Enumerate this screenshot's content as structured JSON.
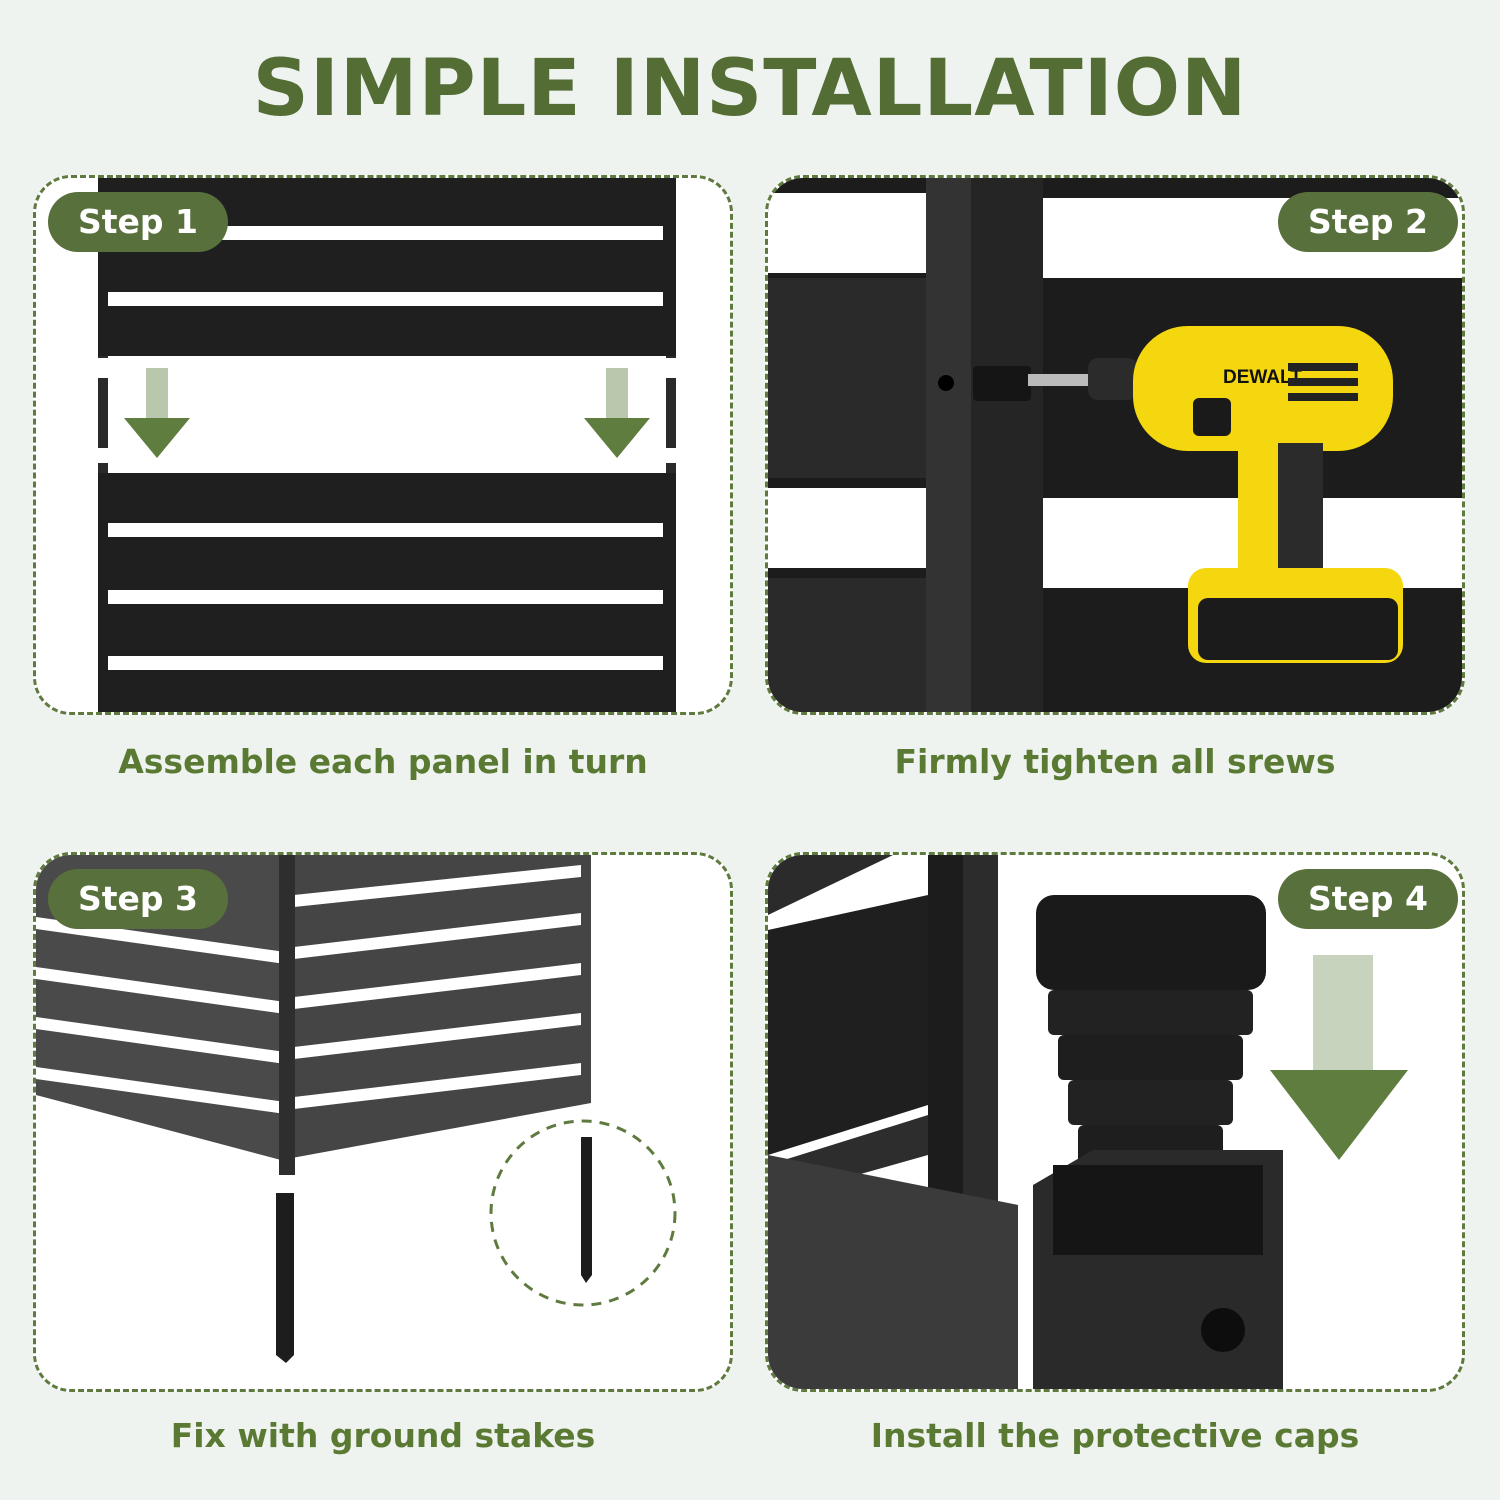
{
  "title": "SIMPLE INSTALLATION",
  "steps": [
    {
      "badge": "Step 1",
      "caption": "Assemble each panel in turn"
    },
    {
      "badge": "Step 2",
      "caption": "Firmly tighten all srews"
    },
    {
      "badge": "Step 3",
      "caption": "Fix with ground stakes"
    },
    {
      "badge": "Step 4",
      "caption": "Install the protective caps"
    }
  ],
  "drill_brand": "DEWALT",
  "colors": {
    "accent": "#58703b",
    "title": "#536d35",
    "caption": "#5a7a34",
    "panel": "#1f1f1f"
  },
  "icons": [
    "down-arrow-icon",
    "drill-icon",
    "ground-stake-icon",
    "post-cap-icon"
  ]
}
